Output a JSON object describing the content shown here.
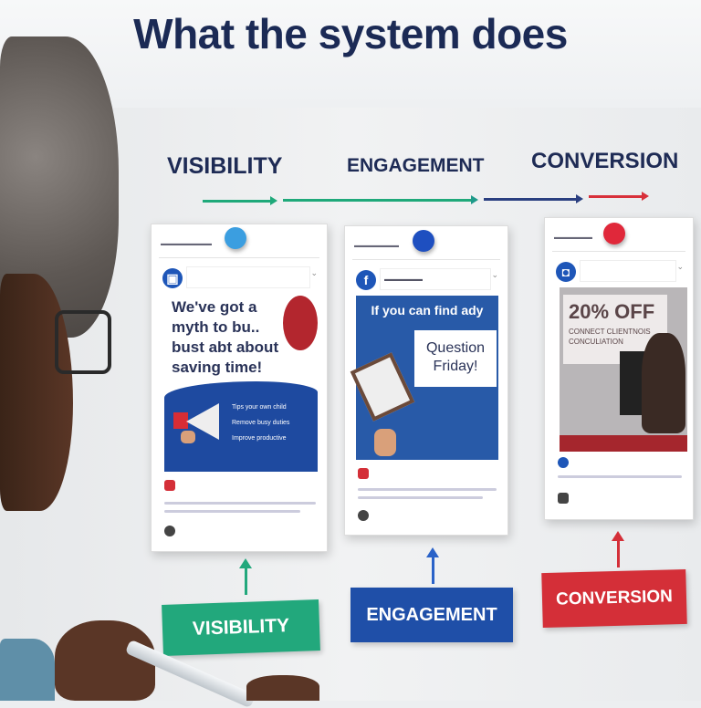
{
  "title": "What the system does",
  "stages": [
    {
      "label": "VISIBILITY",
      "color": "#1fa97a"
    },
    {
      "label": "ENGAGEMENT",
      "color": "#1e4fa3"
    },
    {
      "label": "CONVERSION",
      "color": "#d8303a"
    }
  ],
  "cards": [
    {
      "pin_color": "#3b9ee0",
      "platform_icon": "square-logo-icon",
      "headline": "We've got a myth to bu.. bust abt about saving time!",
      "bullets": [
        "Tips your own child",
        "Remove busy duties",
        "Improve productive"
      ]
    },
    {
      "pin_color": "#1e4fc0",
      "platform_icon": "facebook-icon",
      "platform_letter": "f",
      "headline": "If you can find ady",
      "callout": "Question Friday!"
    },
    {
      "pin_color": "#e0283a",
      "platform_icon": "shield-logo-icon",
      "headline": "20% OFF",
      "subheadline": "CONNECT CLIENTNOIS CONCULIATION"
    }
  ],
  "labels": [
    {
      "text": "VISIBILITY",
      "color": "#22a87c"
    },
    {
      "text": "ENGAGEMENT",
      "color": "#1f4fa8"
    },
    {
      "text": "CONVERSION",
      "color": "#d42f38"
    }
  ]
}
